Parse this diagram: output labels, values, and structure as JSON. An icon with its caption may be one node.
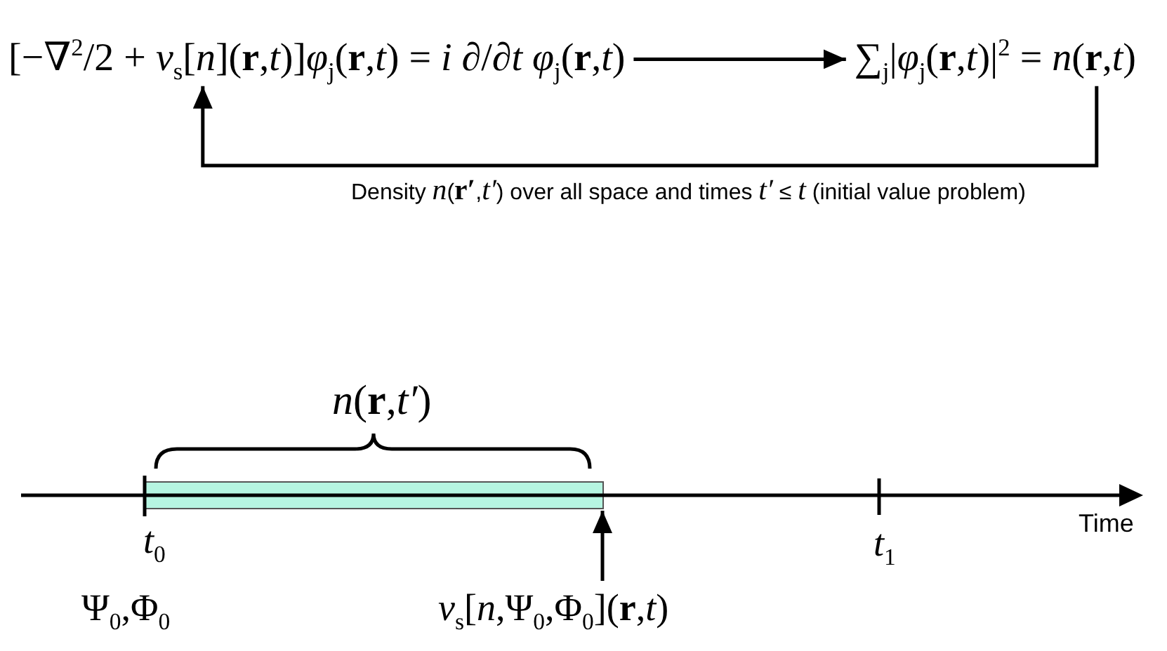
{
  "diagram": {
    "nodes": [
      {
        "text": [
          "[−∇$^{2}$/2 + *v*$_{s}$[*n*](**r**,*t*)]*φ*$_{j}$(**r**,*t*) = *i* ∂/∂*t* *φ*$_{j}$(**r**,*t*)"
        ]
      },
      {
        "text": [
          "∑$_{j}$|*φ*$_{j}$(**r**,*t*)|$^{2}$ = *n*(**r**,*t*)"
        ]
      },
      {
        "text": [],
        "shape": "bar",
        "beside": [
          "*n*(**r**,*t′*)"
        ]
      },
      {
        "text": [
          "*v*$_{s}$[*n*,Ψ$_{0}$,Φ$_{0}$](**r**,*t*)"
        ]
      }
    ],
    "edges": [
      {
        "from": 0,
        "to": 1,
        "arrow": "to"
      },
      {
        "from": 1,
        "to": 0,
        "arrow": "to",
        "label": "Density *n*(**r′**,*t′*) over all space and times *t′* ≤ *t* (initial value problem)"
      },
      {
        "from": 3,
        "to": 2,
        "arrow": "to"
      }
    ],
    "labels": [
      "*t*$_{0}$",
      "*t*$_{1}$",
      "Time",
      "Ψ$_{0}$,Φ$_{0}$"
    ]
  }
}
